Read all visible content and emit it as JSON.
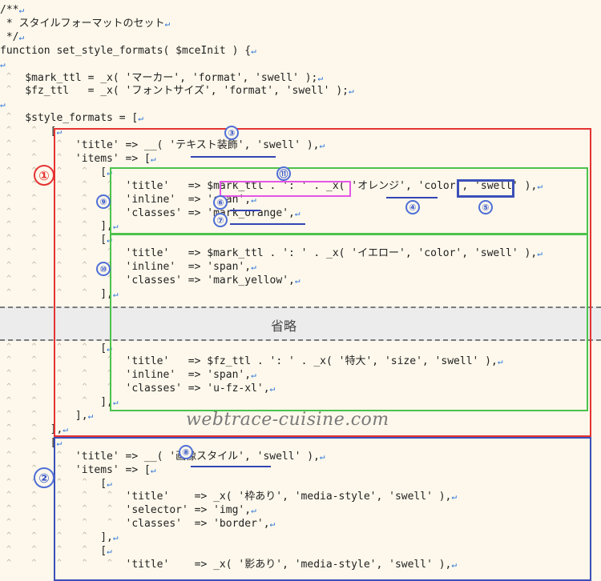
{
  "code_lines": [
    {
      "text": "/**",
      "ret": true
    },
    {
      "text": " * スタイルフォーマットのセット",
      "ret": true
    },
    {
      "text": " */",
      "ret": true
    },
    {
      "text": "function set_style_formats( $mceInit ) {",
      "ret": true
    },
    {
      "text": "",
      "ret": true
    },
    {
      "text": "    $mark_ttl = _x( 'マーカー', 'format', 'swell' );",
      "ret": true
    },
    {
      "text": "    $fz_ttl   = _x( 'フォントサイズ', 'format', 'swell' );",
      "ret": true
    },
    {
      "text": "",
      "ret": true
    },
    {
      "text": "    $style_formats = [",
      "ret": true
    },
    {
      "text": "        [",
      "ret": true
    },
    {
      "text": "            'title' => __( 'テキスト装飾', 'swell' ),",
      "ret": true
    },
    {
      "text": "            'items' => [",
      "ret": true
    },
    {
      "text": "                [",
      "ret": true
    },
    {
      "text": "                    'title'   => $mark_ttl . ': ' . _x( 'オレンジ', 'color', 'swell' ),",
      "ret": true
    },
    {
      "text": "                    'inline'  => 'span',",
      "ret": true
    },
    {
      "text": "                    'classes' => 'mark_orange',",
      "ret": true
    },
    {
      "text": "                ],",
      "ret": true
    },
    {
      "text": "                [",
      "ret": true
    },
    {
      "text": "                    'title'   => $mark_ttl . ': ' . _x( 'イエロー', 'color', 'swell' ),",
      "ret": true
    },
    {
      "text": "                    'inline'  => 'span',",
      "ret": true
    },
    {
      "text": "                    'classes' => 'mark_yellow',",
      "ret": true
    },
    {
      "text": "                ],",
      "ret": true
    },
    {
      "text": "",
      "ret": false
    },
    {
      "text": "",
      "ret": false
    },
    {
      "text": "",
      "ret": false
    },
    {
      "text": "                [",
      "ret": true
    },
    {
      "text": "                    'title'   => $fz_ttl . ': ' . _x( '特大', 'size', 'swell' ),",
      "ret": true
    },
    {
      "text": "                    'inline'  => 'span',",
      "ret": true
    },
    {
      "text": "                    'classes' => 'u-fz-xl',",
      "ret": true
    },
    {
      "text": "                ],",
      "ret": true
    },
    {
      "text": "            ],",
      "ret": true
    },
    {
      "text": "        ],",
      "ret": true
    },
    {
      "text": "        [",
      "ret": true
    },
    {
      "text": "            'title' => __( '画像スタイル', 'swell' ),",
      "ret": true
    },
    {
      "text": "            'items' => [",
      "ret": true
    },
    {
      "text": "                [",
      "ret": true
    },
    {
      "text": "                    'title'    => _x( '枠あり', 'media-style', 'swell' ),",
      "ret": true
    },
    {
      "text": "                    'selector' => 'img',",
      "ret": true
    },
    {
      "text": "                    'classes'  => 'border',",
      "ret": true
    },
    {
      "text": "                ],",
      "ret": true
    },
    {
      "text": "                [",
      "ret": true
    },
    {
      "text": "                    'title'    => _x( '影あり', 'media-style', 'swell' ),",
      "ret": true
    }
  ],
  "return_glyph": "↵",
  "omitted_label": "省略",
  "watermark": "webtrace-cuisine.com",
  "annotations": [
    "①",
    "②",
    "③",
    "④",
    "⑤",
    "⑥",
    "⑦",
    "⑧",
    "⑨",
    "⑩",
    "⑪"
  ],
  "colors": {
    "background": "#fdf8eb",
    "return_mark": "#2a73d9",
    "box_red": "#e53333",
    "box_blue": "#3c4fb8",
    "box_green": "#4cc24c",
    "box_magenta": "#e455e8",
    "underline": "#3344b5"
  }
}
